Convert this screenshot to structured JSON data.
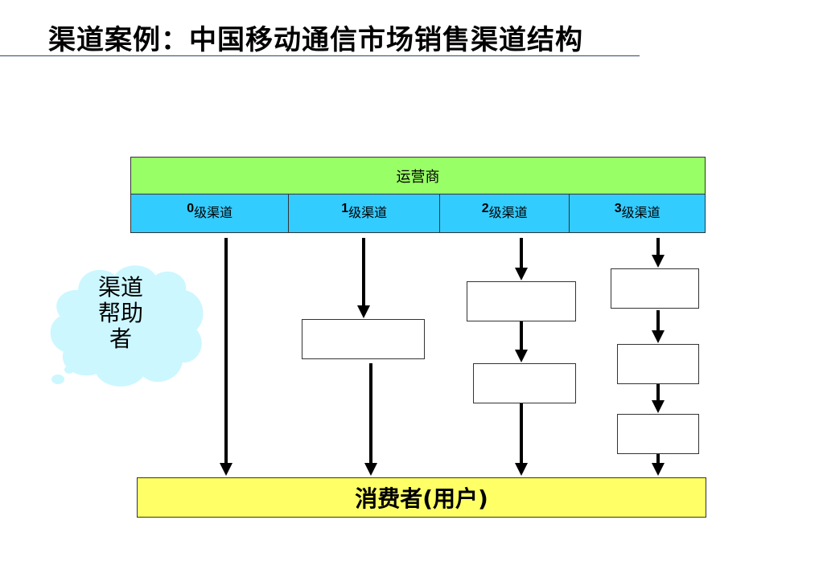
{
  "title": "渠道案例：中国移动通信市场销售渠道结构",
  "operator": "运营商",
  "levels": [
    {
      "num": "0",
      "suffix": "级渠道"
    },
    {
      "num": "1",
      "suffix": "级渠道"
    },
    {
      "num": "2",
      "suffix": "级渠道"
    },
    {
      "num": "3",
      "suffix": "级渠道"
    }
  ],
  "consumer": "消费者(用户)",
  "helper": {
    "line1": "渠道",
    "line2": "帮助",
    "line3": "者"
  },
  "colors": {
    "operator_bg": "#99ff66",
    "levels_bg": "#33ccff",
    "consumer_bg": "#ffff66",
    "cloud_bg": "#ccf7ff"
  }
}
